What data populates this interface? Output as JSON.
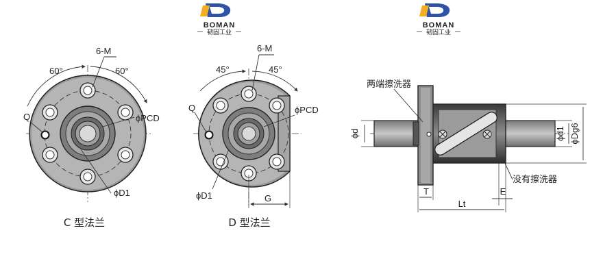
{
  "brand": {
    "name": "BOMAN",
    "subtitle": "韧固工业",
    "colors": {
      "primary": "#2f54a6",
      "accent": "#f2b020",
      "lines": "#333333",
      "hatch": "#555555"
    }
  },
  "views": {
    "flange_c": {
      "angle_left": "60°",
      "angle_right": "60°",
      "holes": "6-M",
      "pcd": "ϕPCD",
      "q": "Q",
      "d1": "ϕD1",
      "caption": "C 型法兰"
    },
    "flange_d": {
      "angle_left": "45°",
      "angle_right": "45°",
      "holes": "6-M",
      "pcd": "ϕPCD",
      "q": "Q",
      "d1": "ϕD1",
      "g": "G",
      "caption": "D 型法兰"
    },
    "side": {
      "wiper_both": "两端擦洗器",
      "wiper_none": "没有擦洗器",
      "d": "ϕd",
      "d1": "ϕd1",
      "dg6": "ϕDg6",
      "t": "T",
      "e": "E",
      "lt": "Lt"
    }
  }
}
